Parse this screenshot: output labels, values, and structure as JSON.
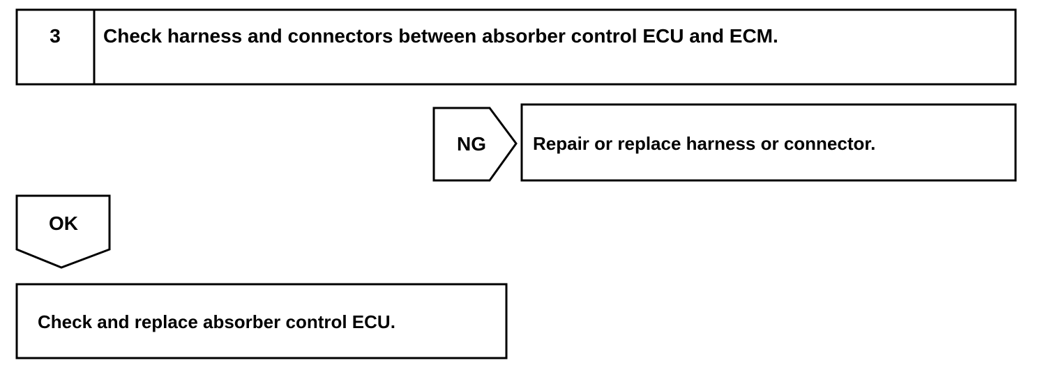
{
  "step": {
    "number": "3",
    "title": "Check harness and connectors between absorber control ECU and ECM."
  },
  "ng_branch": {
    "label": "NG",
    "action": "Repair or replace harness or connector."
  },
  "ok_branch": {
    "label": "OK",
    "action": "Check and replace absorber control ECU."
  }
}
